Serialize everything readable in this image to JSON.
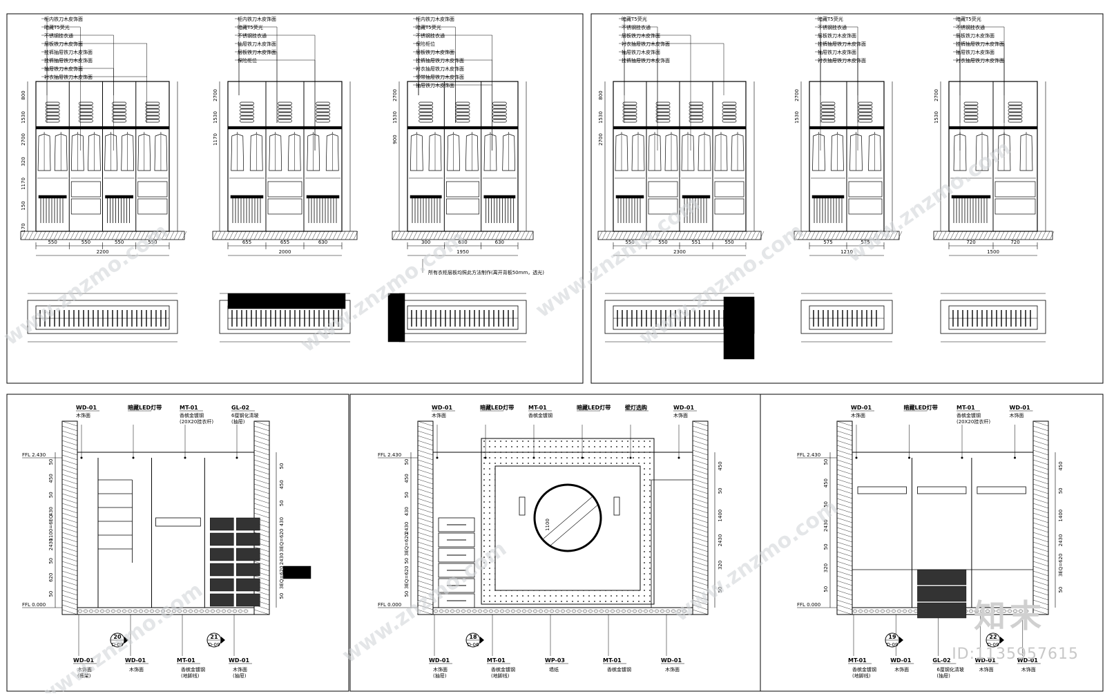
{
  "panels": {
    "p1": {
      "elev1": {
        "notes": [
          "柜内铁刀木皮饰面",
          "暗藏T5荧光",
          "不锈钢挂衣通",
          "层板铁刀木皮饰面",
          "挂裤抽屉铁刀木皮饰面",
          "挂裤抽屉铁刀木皮饰面",
          "抽屉铁刀木皮饰面",
          "衬衣抽屉铁刀木皮饰面"
        ],
        "widths": [
          "550",
          "550",
          "550",
          "550"
        ],
        "total": "2200",
        "heights": [
          "800",
          "1530",
          "2700",
          "320",
          "1170",
          "150",
          "170"
        ]
      },
      "elev2": {
        "notes": [
          "柜内铁刀木皮饰面",
          "暗藏T5荧光",
          "不锈钢挂衣通",
          "抽屉铁刀木皮饰面",
          "层板铁刀木皮饰面",
          "保险柜位"
        ],
        "widths": [
          "655",
          "655",
          "630"
        ],
        "total": "2000",
        "heights": [
          "2700",
          "1530",
          "1170"
        ]
      },
      "elev3": {
        "notes": [
          "柜内铁刀木皮饰面",
          "暗藏T5荧光",
          "不锈钢挂衣通",
          "保险柜位",
          "层板铁刀木皮饰面",
          "挂裤抽屉铁刀木皮饰面",
          "衬衣抽屉铁刀木皮饰面",
          "领带抽屉铁刀木皮饰面",
          "抽屉铁刀木皮饰面"
        ],
        "widths": [
          "300",
          "630",
          "630"
        ],
        "total": "1950",
        "heights": [
          "2700",
          "1530",
          "900"
        ],
        "footnote": "所有衣柜层板均照此方法制作(离开背板50mm，透光)"
      }
    },
    "p2": {
      "elev1": {
        "notes": [
          "暗藏T5荧光",
          "不锈钢挂衣通",
          "层板铁刀木皮饰面",
          "衬衣抽屉铁刀木皮饰面",
          "抽屉铁刀木皮饰面",
          "挂裤抽屉铁刀木皮饰面"
        ],
        "widths": [
          "550",
          "550",
          "551",
          "550"
        ],
        "total": "2300",
        "heights": [
          "800",
          "1530",
          "2700"
        ]
      },
      "elev2": {
        "notes": [
          "暗藏T5荧光",
          "不锈钢挂衣通",
          "层板铁刀木皮饰面",
          "挂裤抽屉铁刀木皮饰面",
          "抽屉铁刀木皮饰面",
          "衬衣抽屉铁刀木皮饰面"
        ],
        "widths": [
          "575",
          "575"
        ],
        "total": "1210",
        "heights": [
          "2700",
          "1530"
        ]
      },
      "elev3": {
        "notes": [
          "暗藏T5荧光",
          "不锈钢挂衣通",
          "层板铁刀木皮饰面",
          "挂裤抽屉铁刀木皮饰面",
          "抽屉铁刀木皮饰面",
          "衬衣抽屉铁刀木皮饰面"
        ],
        "widths": [
          "720",
          "720"
        ],
        "total": "1500",
        "heights": [
          "2700",
          "1530"
        ]
      }
    },
    "p3": {
      "top_tags": [
        {
          "code": "WD-01",
          "desc": "木饰面"
        },
        {
          "code": "暗藏LED灯带",
          "desc": ""
        },
        {
          "code": "MT-01",
          "desc": "香槟金镀钢\n(20X20挂衣杆)"
        },
        {
          "code": "GL-02",
          "desc": "6厘钢化清玻\n(抽屉)"
        }
      ],
      "bottom_tags": [
        {
          "code": "WD-01",
          "desc": "木饰面\n(裤架)"
        },
        {
          "code": "WD-01",
          "desc": "木饰面"
        },
        {
          "code": "MT-01",
          "desc": "香槟金镀钢\n(地脚线)"
        },
        {
          "code": "WD-01",
          "desc": "木饰面\n(抽屉)"
        }
      ],
      "levels": {
        "top": "FFL 2.430",
        "bottom": "FFL 0.000"
      },
      "dims_left": [
        "50",
        "450",
        "50",
        "430",
        "1100=6EQ",
        "2430",
        "50",
        "620",
        "50"
      ],
      "dims_right": [
        "50",
        "450",
        "50",
        "430",
        "3EQ=620",
        "2430",
        "3EQ=620",
        "50"
      ],
      "callouts": [
        {
          "num": "20",
          "sheet": "D-09"
        },
        {
          "num": "21",
          "sheet": "D-09"
        }
      ]
    },
    "p4": {
      "top_tags": [
        {
          "code": "WD-01",
          "desc": "木饰面"
        },
        {
          "code": "暗藏LED灯带",
          "desc": ""
        },
        {
          "code": "MT-01",
          "desc": "香槟金镀钢"
        },
        {
          "code": "暗藏LED灯带",
          "desc": ""
        },
        {
          "code": "壁灯选购",
          "desc": ""
        },
        {
          "code": "WD-01",
          "desc": "木饰面"
        }
      ],
      "bottom_tags": [
        {
          "code": "WD-01",
          "desc": "木饰面\n(抽屉)"
        },
        {
          "code": "MT-01",
          "desc": "香槟金镀钢\n(地脚线)"
        },
        {
          "code": "WP-03",
          "desc": "墙纸"
        },
        {
          "code": "MT-01",
          "desc": "香槟金镀钢"
        },
        {
          "code": "WD-01",
          "desc": "木饰面"
        }
      ],
      "levels": {
        "top": "FFL 2.430",
        "bottom": "FFL 0.000"
      },
      "dims_left": [
        "50",
        "450",
        "50",
        "430",
        "2430",
        "3EQ=620",
        "50",
        "3EQ=620",
        "50"
      ],
      "dims_right": [
        "450",
        "50",
        "1400",
        "2430",
        "320",
        "50"
      ],
      "mirror_dim": "1100",
      "callouts": [
        {
          "num": "18",
          "sheet": "D-06"
        }
      ]
    },
    "p5": {
      "top_tags": [
        {
          "code": "WD-01",
          "desc": "木饰面"
        },
        {
          "code": "暗藏LED灯带",
          "desc": ""
        },
        {
          "code": "MT-01",
          "desc": "香槟金镀钢\n(20X20挂衣杆)"
        },
        {
          "code": "WD-01",
          "desc": "木饰面"
        }
      ],
      "bottom_tags": [
        {
          "code": "MT-01",
          "desc": "香槟金镀钢\n(地脚线)"
        },
        {
          "code": "WD-01",
          "desc": "木饰面"
        },
        {
          "code": "GL-02",
          "desc": "6厘钢化清玻\n(抽屉)"
        },
        {
          "code": "WD-01",
          "desc": "木饰面"
        },
        {
          "code": "WD-01",
          "desc": "木饰面"
        }
      ],
      "levels": {
        "top": "FFL 2.430",
        "bottom": "FFL 0.000"
      },
      "dims_left": [
        "50",
        "450",
        "50",
        "2430",
        "50",
        "320",
        "50"
      ],
      "dims_right": [
        "450",
        "50",
        "1400",
        "2430",
        "3EQ=620",
        "50"
      ],
      "callouts": [
        {
          "num": "19",
          "sheet": "D-09"
        },
        {
          "num": "22",
          "sheet": "D-09"
        }
      ]
    }
  },
  "watermark": "www.znzmo.com",
  "brand": "知末",
  "image_id": "ID:1135957615"
}
